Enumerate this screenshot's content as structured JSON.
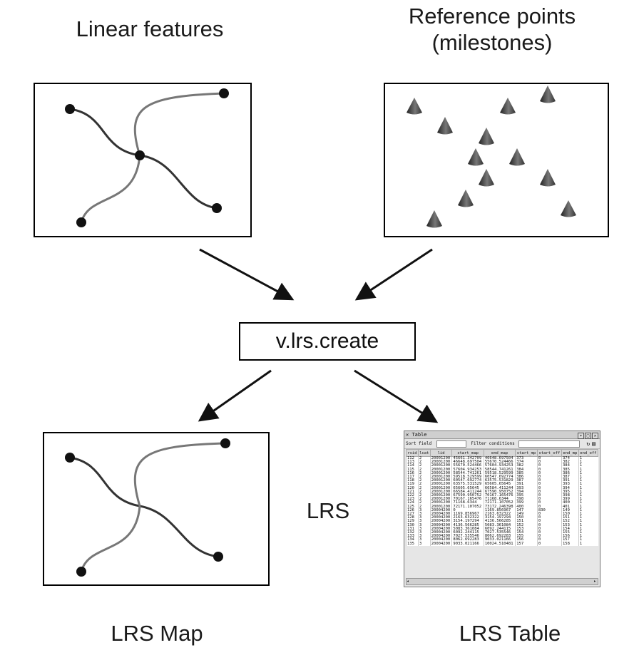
{
  "labels": {
    "linear_features": "Linear features",
    "reference_points_line1": "Reference points",
    "reference_points_line2": "(milestones)",
    "process": "v.lrs.create",
    "lrs": "LRS",
    "lrs_map": "LRS Map",
    "lrs_table": "LRS Table"
  },
  "table_window": {
    "title": "Table",
    "sort_field_label": "Sort field",
    "filter_label": "Filter conditions",
    "columns": [
      "rsid",
      "lcat",
      "lid",
      "start_map",
      "end_map",
      "start_mp",
      "start_off",
      "end_mp",
      "end_off"
    ],
    "rows": [
      [
        "112",
        "2",
        "20001200",
        "45661.342709",
        "46648.697504",
        "373",
        "0",
        "374",
        "1"
      ],
      [
        "113",
        "2",
        "20001200",
        "46648.697504",
        "55670.524466",
        "374",
        "0",
        "382",
        "1"
      ],
      [
        "114",
        "2",
        "20001200",
        "55670.524466",
        "57604.934253",
        "382",
        "0",
        "384",
        "1"
      ],
      [
        "115",
        "2",
        "20001200",
        "57604.934253",
        "58544.741261",
        "384",
        "0",
        "385",
        "1"
      ],
      [
        "116",
        "2",
        "20001200",
        "58544.741261",
        "59518.529599",
        "385",
        "0",
        "386",
        "1"
      ],
      [
        "117",
        "2",
        "20001200",
        "59518.529599",
        "60547.692774",
        "386",
        "0",
        "387",
        "1"
      ],
      [
        "118",
        "2",
        "20001200",
        "60547.692774",
        "63575.531829",
        "387",
        "0",
        "391",
        "1"
      ],
      [
        "119",
        "2",
        "20001200",
        "63575.531529",
        "65605.65645",
        "391",
        "0",
        "393",
        "1"
      ],
      [
        "120",
        "2",
        "20001200",
        "65605.65645",
        "66584.411244",
        "393",
        "0",
        "394",
        "1"
      ],
      [
        "121",
        "2",
        "20001200",
        "66584.411244",
        "67590.950752",
        "394",
        "0",
        "395",
        "1"
      ],
      [
        "122",
        "2",
        "20001200",
        "67590.950752",
        "70167.165476",
        "395",
        "0",
        "398",
        "1"
      ],
      [
        "123",
        "2",
        "20001200",
        "70167.165476",
        "71168.6344",
        "398",
        "0",
        "399",
        "1"
      ],
      [
        "124",
        "2",
        "20001200",
        "71168.6344",
        "72171.107052",
        "399",
        "0",
        "400",
        "1"
      ],
      [
        "125",
        "2",
        "20001200",
        "72171.107052",
        "73172.246398",
        "400",
        "0",
        "401",
        "1"
      ],
      [
        "126",
        "3",
        "20004200",
        "0",
        "1169.856967",
        "147",
        "830",
        "149",
        "1"
      ],
      [
        "127",
        "3",
        "20004200",
        "1169.856967",
        "2163.632322",
        "149",
        "0",
        "150",
        "1"
      ],
      [
        "128",
        "3",
        "20004200",
        "2163.632322",
        "3154.197294",
        "150",
        "0",
        "151",
        "1"
      ],
      [
        "129",
        "3",
        "20004200",
        "3154.197294",
        "4136.566285",
        "151",
        "0",
        "152",
        "1"
      ],
      [
        "130",
        "3",
        "20004200",
        "4136.566285",
        "5083.361084",
        "152",
        "0",
        "153",
        "1"
      ],
      [
        "131",
        "3",
        "20004200",
        "5083.361084",
        "6092.244115",
        "153",
        "0",
        "154",
        "1"
      ],
      [
        "132",
        "3",
        "20004200",
        "6092.244115",
        "7027.535546",
        "154",
        "0",
        "155",
        "1"
      ],
      [
        "133",
        "3",
        "20004200",
        "7027.535546",
        "8062.692283",
        "155",
        "0",
        "156",
        "1"
      ],
      [
        "134",
        "3",
        "20004200",
        "8062.692283",
        "9033.021166",
        "156",
        "0",
        "157",
        "1"
      ],
      [
        "135",
        "3",
        "20004200",
        "9033.021166",
        "10024.510481",
        "157",
        "0",
        "158",
        "1"
      ]
    ]
  },
  "colors": {
    "line_dark": "#333333",
    "line_light": "#777777",
    "node": "#111111",
    "milestone": "#444444"
  }
}
